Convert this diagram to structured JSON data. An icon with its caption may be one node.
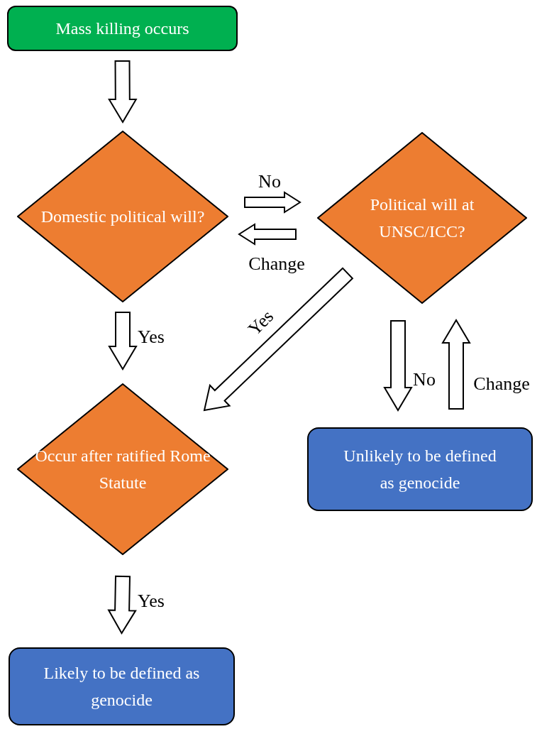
{
  "diagram": {
    "nodes": [
      {
        "text": [
          "Mass killing occurs"
        ]
      },
      {
        "text": [
          "Domestic political will?"
        ]
      },
      {
        "text": [
          "Political will at UNSC/ICC?"
        ]
      },
      {
        "text": [
          "Occur after ratified Rome Statute"
        ]
      },
      {
        "text": [
          "Unlikely to be defined as genocide"
        ]
      },
      {
        "text": [
          "Likely to be defined as genocide"
        ]
      }
    ],
    "edges": [
      {
        "from": 0,
        "to": 1,
        "arrow": "to"
      },
      {
        "from": 1,
        "to": 2,
        "arrow": "to",
        "label": "No"
      },
      {
        "from": 2,
        "to": 1,
        "arrow": "to",
        "label": "Change"
      },
      {
        "from": 1,
        "to": 3,
        "arrow": "to",
        "label": "Yes"
      },
      {
        "from": 2,
        "to": 3,
        "arrow": "to",
        "label": "Yes"
      },
      {
        "from": 2,
        "to": 4,
        "arrow": "to",
        "label": "No"
      },
      {
        "from": 4,
        "to": 2,
        "arrow": "to",
        "label": "Change"
      },
      {
        "from": 3,
        "to": 5,
        "arrow": "to",
        "label": "Yes"
      }
    ]
  }
}
